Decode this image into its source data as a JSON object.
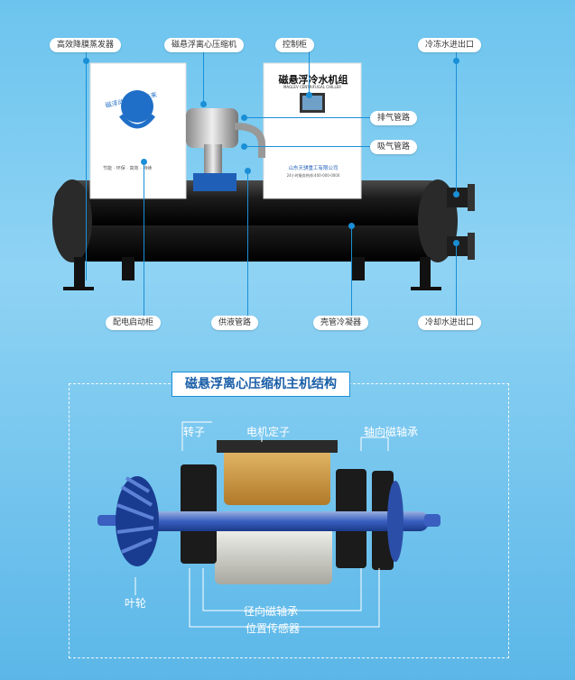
{
  "top": {
    "callouts": {
      "evaporator": "高效降膜蒸发器",
      "compressor": "磁悬浮离心压缩机",
      "control_cabinet": "控制柜",
      "chilled_water": "冷冻水进出口",
      "discharge": "排气管路",
      "suction": "吸气管路",
      "power_cabinet": "配电启动柜",
      "liquid_supply": "供液管路",
      "condenser": "壳管冷凝器",
      "cooling_water": "冷却水进出口"
    },
    "unit_label": {
      "title": "磁悬浮冷水机组",
      "subtitle": "MAGLEV CENTRIFUGAL CHILLER",
      "company": "山东天骐重工有限公司",
      "hotline": "24小时服务热线:400-000-0000"
    },
    "left_panel": {
      "logo_text": "磁浮动力 绿色未来",
      "slogan": "节能 · 环保 · 高效 · 持续"
    }
  },
  "section": {
    "title": "磁悬浮离心压缩机主机结构",
    "labels": {
      "rotor": "转子",
      "stator": "电机定子",
      "axial_bearing": "轴向磁轴承",
      "impeller": "叶轮",
      "radial_bearing": "径向磁轴承",
      "position_sensor": "位置传感器"
    }
  },
  "colors": {
    "accent": "#1a8fd6",
    "title": "#1a5fa8",
    "shell": "#1b1b1b"
  }
}
